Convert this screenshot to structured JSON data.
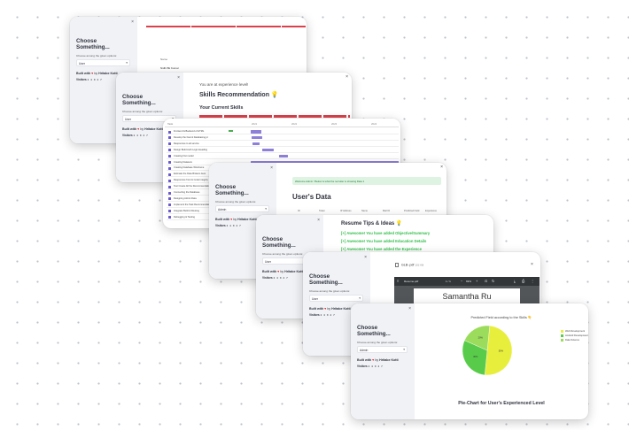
{
  "sidebar": {
    "title": "Choose Something...",
    "prompt": "Choose among the given options:",
    "built_prefix": "Built with",
    "built_heart": "♥",
    "built_suffix": "by",
    "author": "Hritabe Kotti",
    "visitors_label": "Visitors",
    "visitors_value": "2 4 0 4 7"
  },
  "c1": {
    "select": "User",
    "table_header": "Name",
    "table_cell": "Nidhi Bk Kumar"
  },
  "c2": {
    "select": "User",
    "question": "You are at experience level!",
    "heading": "Skills Recommendation",
    "heading_icon": "💡",
    "subheading": "Your Current Skills"
  },
  "c3": {
    "col_task": "Task",
    "dates": [
      "2021",
      "2022",
      "2023",
      "2024"
    ],
    "tasks": [
      "Frontend & Backend of HTML",
      "Develop the Fast & Databasing pt",
      "Responsive to all service",
      "Design Build Auth Login Heading",
      "Creating first model",
      "Creating Datasets",
      "Creating Database Wireframe",
      "Estimate the Data Brokers Auto",
      "Responsive front & Code Integrity",
      "Test Create All the Recommendation",
      "Connecting the Database",
      "Designing Admin Data",
      "Implement the Task Recommendations",
      "Integrate Build & Routing",
      "Debugging & Testing"
    ]
  },
  "c4": {
    "select": "Admin",
    "notice": "Welcome Admin ! Below is what the recruiter is showing  Data 1",
    "heading": "User's Data",
    "cols": [
      "ID",
      "Token",
      "IP Address",
      "Name",
      "Mail ID",
      "Predicted Field",
      "Experience"
    ]
  },
  "c5": {
    "select": "User",
    "heading": "Resume Tips & Ideas",
    "heading_icon": "💡",
    "tips": [
      "[+] Awesome! You have added Objective/Summary",
      "[+] Awesome! You have added Education Details",
      "[+] Awesome! You have added the Experience"
    ]
  },
  "c6": {
    "select": "User",
    "filename": "GLB-.pdf",
    "filesize": "102 KB",
    "viewer_title": "Resume.pdf",
    "page_info": "1 / 1",
    "zoom": "69%",
    "resume_name": "Samantha Ru"
  },
  "c7": {
    "select": "Admin",
    "chart_title": "Predicted Field according to the Skills",
    "chart_title_icon": "👇",
    "caption": "Pie-Chart for User's Experienced Level",
    "colors": [
      "#e8ee3c",
      "#58cc4a",
      "#9bdc5c",
      "#34a853"
    ],
    "chart_data": {
      "type": "pie",
      "labels": [
        "Web Development",
        "Android Development",
        "Data Science"
      ],
      "values": [
        0.5,
        0.3,
        0.2
      ],
      "data_labels": [
        "50%",
        "30%",
        "20%"
      ]
    }
  }
}
